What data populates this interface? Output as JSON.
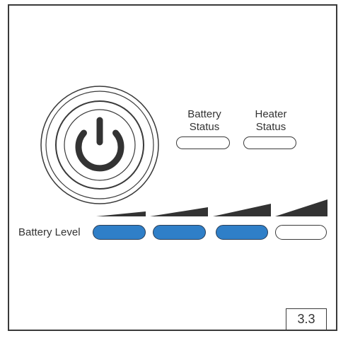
{
  "labels": {
    "battery_status": "Battery\nStatus",
    "heater_status": "Heater\nStatus",
    "battery_level": "Battery Level",
    "version": "3.3"
  },
  "battery_level": {
    "segments_total": 4,
    "segments_lit": 3,
    "lit_color": "#2f7fc8",
    "unlit_color": "#ffffff"
  },
  "indicators": {
    "battery_status": "off",
    "heater_status": "off"
  },
  "icons": {
    "power": "power-icon"
  },
  "colors": {
    "outline": "#3a3a3a",
    "text": "#333333",
    "accent": "#2f7fc8"
  }
}
